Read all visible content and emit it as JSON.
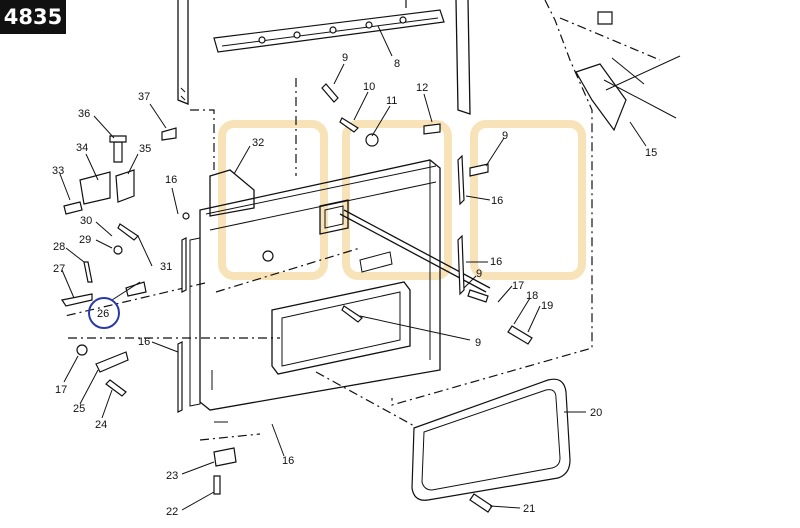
{
  "badge": {
    "text": "4835"
  },
  "colors": {
    "line": "#111111",
    "highlight": "#2b3aa8",
    "watermark": "#f6d9a2",
    "badge_bg": "#111111"
  },
  "callouts": [
    {
      "id": "c8",
      "text": "8"
    },
    {
      "id": "c9a",
      "text": "9"
    },
    {
      "id": "c10",
      "text": "10"
    },
    {
      "id": "c11",
      "text": "11"
    },
    {
      "id": "c12",
      "text": "12"
    },
    {
      "id": "c9b",
      "text": "9"
    },
    {
      "id": "c15",
      "text": "15"
    },
    {
      "id": "c37",
      "text": "37"
    },
    {
      "id": "c36",
      "text": "36"
    },
    {
      "id": "c32",
      "text": "32"
    },
    {
      "id": "c34",
      "text": "34"
    },
    {
      "id": "c35",
      "text": "35"
    },
    {
      "id": "c33",
      "text": "33"
    },
    {
      "id": "c16a",
      "text": "16"
    },
    {
      "id": "c16b",
      "text": "16"
    },
    {
      "id": "c30",
      "text": "30"
    },
    {
      "id": "c29",
      "text": "29"
    },
    {
      "id": "c28",
      "text": "28"
    },
    {
      "id": "c16c",
      "text": "16"
    },
    {
      "id": "c31",
      "text": "31"
    },
    {
      "id": "c27",
      "text": "27"
    },
    {
      "id": "c9c",
      "text": "9"
    },
    {
      "id": "c17a",
      "text": "17"
    },
    {
      "id": "c18",
      "text": "18"
    },
    {
      "id": "c19",
      "text": "19"
    },
    {
      "id": "c26",
      "text": "26"
    },
    {
      "id": "c9d",
      "text": "9"
    },
    {
      "id": "c16d",
      "text": "16"
    },
    {
      "id": "c17b",
      "text": "17"
    },
    {
      "id": "c25",
      "text": "25"
    },
    {
      "id": "c24",
      "text": "24"
    },
    {
      "id": "c20",
      "text": "20"
    },
    {
      "id": "c16e",
      "text": "16"
    },
    {
      "id": "c23",
      "text": "23"
    },
    {
      "id": "c22",
      "text": "22"
    },
    {
      "id": "c21",
      "text": "21"
    }
  ],
  "highlighted_callout": "26"
}
